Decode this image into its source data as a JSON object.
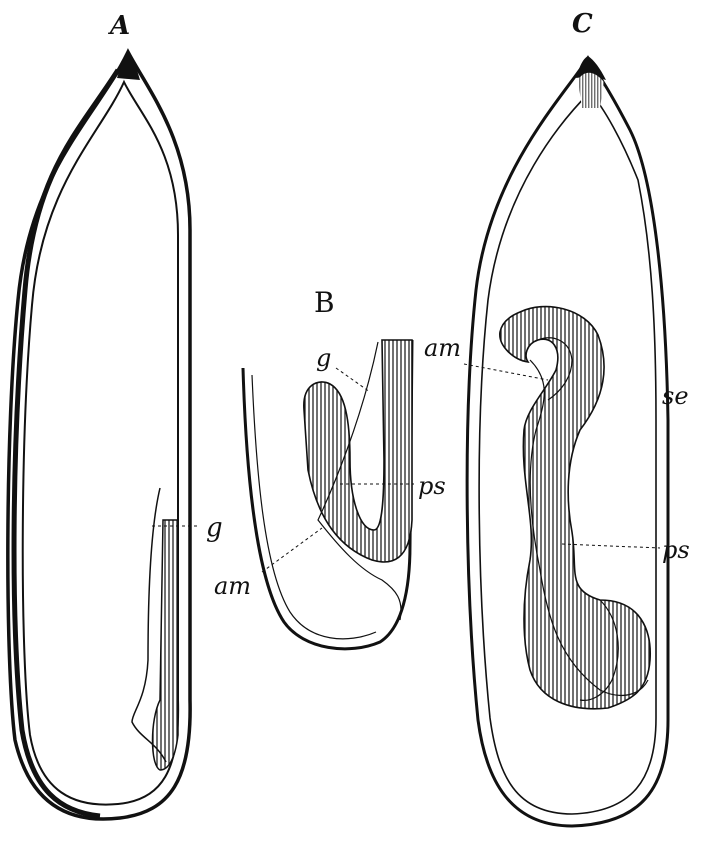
{
  "figure": {
    "panels": [
      {
        "id": "A",
        "label": "A"
      },
      {
        "id": "B",
        "label": "B"
      },
      {
        "id": "C",
        "label": "C"
      }
    ],
    "labels": {
      "a_g": "g",
      "b_g": "g",
      "b_ps": "ps",
      "b_am": "am",
      "c_am": "am",
      "c_se": "se",
      "c_ps": "ps"
    },
    "colors": {
      "ink": "#111111",
      "shade": "#9a9a9a",
      "paper": "#ffffff"
    }
  }
}
